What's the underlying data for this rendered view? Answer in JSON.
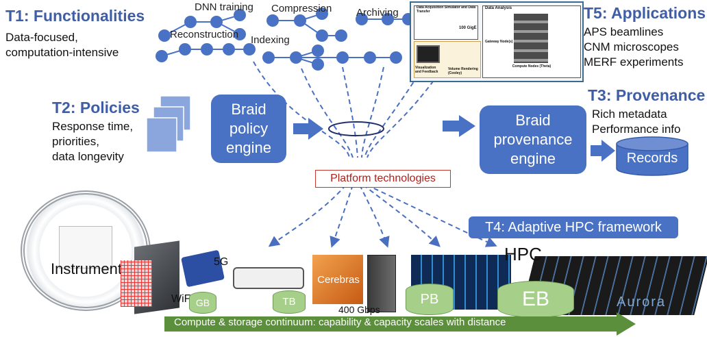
{
  "t1": {
    "title": "T1: Functionalities",
    "lines": [
      "Data-focused,",
      "computation-intensive"
    ]
  },
  "workflows": {
    "dnn": "DNN training",
    "compression": "Compression",
    "archiving": "Archiving",
    "reconstruction": "Reconstruction",
    "indexing": "Indexing"
  },
  "t2": {
    "title": "T2: Policies",
    "lines": [
      "Response time,",
      "priorities,",
      "data longevity"
    ]
  },
  "policy_engine": {
    "lines": [
      "Braid",
      "policy",
      "engine"
    ]
  },
  "provenance_engine": {
    "lines": [
      "Braid",
      "provenance",
      "engine"
    ]
  },
  "t3": {
    "title": "T3: Provenance",
    "lines": [
      "Rich metadata",
      "Performance info"
    ]
  },
  "records": "Records",
  "t5": {
    "title": "T5: Applications",
    "lines": [
      "APS beamlines",
      "CNM microscopes",
      "MERF experiments"
    ]
  },
  "platform": "Platform technologies",
  "t4": "T4: Adaptive HPC framework",
  "instruments": "Instruments",
  "labels": {
    "g5": "5G",
    "wifi": "WiFi",
    "cerebras": "Cerebras",
    "gbps": "400 Gbps",
    "hpc": "HPC",
    "aurora": "Aurora"
  },
  "tiers": [
    "GB",
    "TB",
    "PB",
    "EB"
  ],
  "continuum": "Compute & storage continuum: capability & capacity scales with distance",
  "inset": {
    "acq": "Data Acquisition Simulator and Data Transfer",
    "analysis": "Data Analysis",
    "gige": "100 GigE",
    "compute": "Compute Nodes (Theta)",
    "gateway": "Gateway Node(s)",
    "vis": "Visualization and Feedback",
    "rendering": "Volume Rendering (Cooley)"
  },
  "colors": {
    "accent": "#3f5ea6",
    "box": "#4a72c4",
    "tier": "#a6d08a",
    "arrow": "#5b8f3c",
    "platform_border": "#c0392b"
  }
}
